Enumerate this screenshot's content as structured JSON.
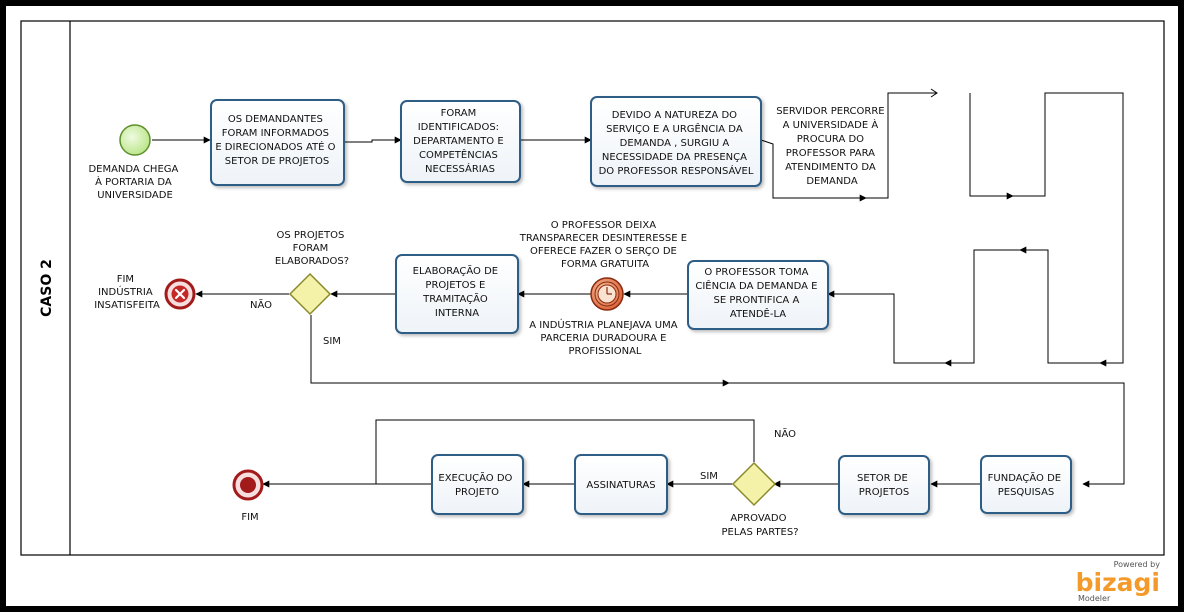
{
  "pool": {
    "lane_label": "CASO 2"
  },
  "events": {
    "start": {
      "label": [
        "DEMANDA CHEGA",
        "À PORTARIA DA",
        "UNIVERSIDADE"
      ]
    },
    "end_error": {
      "label": [
        "FIM",
        "INDÚSTRIA",
        "INSATISFEITA"
      ]
    },
    "end": {
      "label": [
        "FIM"
      ]
    },
    "timer": {
      "label_above": [
        "O PROFESSOR DEIXA",
        "TRANSPARECER DESINTERESSE E",
        "OFERECE FAZER O SERÇO DE",
        "FORMA GRATUITA"
      ],
      "label_below": [
        "A INDÚSTRIA PLANEJAVA UMA",
        "PARCERIA DURADOURA E",
        "PROFISSIONAL"
      ]
    }
  },
  "tasks": {
    "t1": [
      "OS DEMANDANTES",
      "FORAM INFORMADOS",
      "E DIRECIONADOS ATÉ O",
      "SETOR DE PROJETOS"
    ],
    "t2": [
      "FORAM",
      "IDENTIFICADOS:",
      "DEPARTAMENTO E",
      "COMPETÊNCIAS",
      "NECESSÁRIAS"
    ],
    "t3": [
      "DEVIDO A NATUREZA DO",
      "SERVIÇO E A URGÊNCIA DA",
      "DEMANDA , SURGIU A",
      "NECESSIDADE DA PRESENÇA",
      "DO PROFESSOR RESPONSÁVEL"
    ],
    "t4": [
      "O PROFESSOR TOMA",
      "CIÊNCIA DA DEMANDA E",
      "SE PRONTIFICA A",
      "ATENDÊ-LA"
    ],
    "t5": [
      "ELABORAÇÃO DE",
      "PROJETOS E",
      "TRAMITAÇÃO",
      "INTERNA"
    ],
    "t6": [
      "FUNDAÇÃO DE",
      "PESQUISAS"
    ],
    "t7": [
      "SETOR DE",
      "PROJETOS"
    ],
    "t8": [
      "ASSINATURAS"
    ],
    "t9": [
      "EXECUÇÃO DO",
      "PROJETO"
    ]
  },
  "annotations": {
    "servidor": [
      "SERVIDOR PERCORRE",
      "A UNIVERSIDADE À",
      "PROCURA DO",
      "PROFESSOR PARA",
      "ATENDIMENTO DA",
      "DEMANDA"
    ]
  },
  "gateways": {
    "g1": {
      "label": [
        "OS PROJETOS",
        "FORAM",
        "ELABORADOS?"
      ],
      "no": "NÃO",
      "yes": "SIM"
    },
    "g2": {
      "label": [
        "APROVADO",
        "PELAS PARTES?"
      ],
      "no": "NÃO",
      "yes": "SIM"
    }
  },
  "branding": {
    "powered": "Powered by",
    "name": "bizagi",
    "product": "Modeler"
  },
  "colors": {
    "task_border": "#2f5d86",
    "task_fill": "#ffffff",
    "start": "#8fd14f",
    "end": "#a31a1a",
    "gateway": "#f4f2a8",
    "timer": "#d9572a",
    "brand": "#f39a2b"
  }
}
